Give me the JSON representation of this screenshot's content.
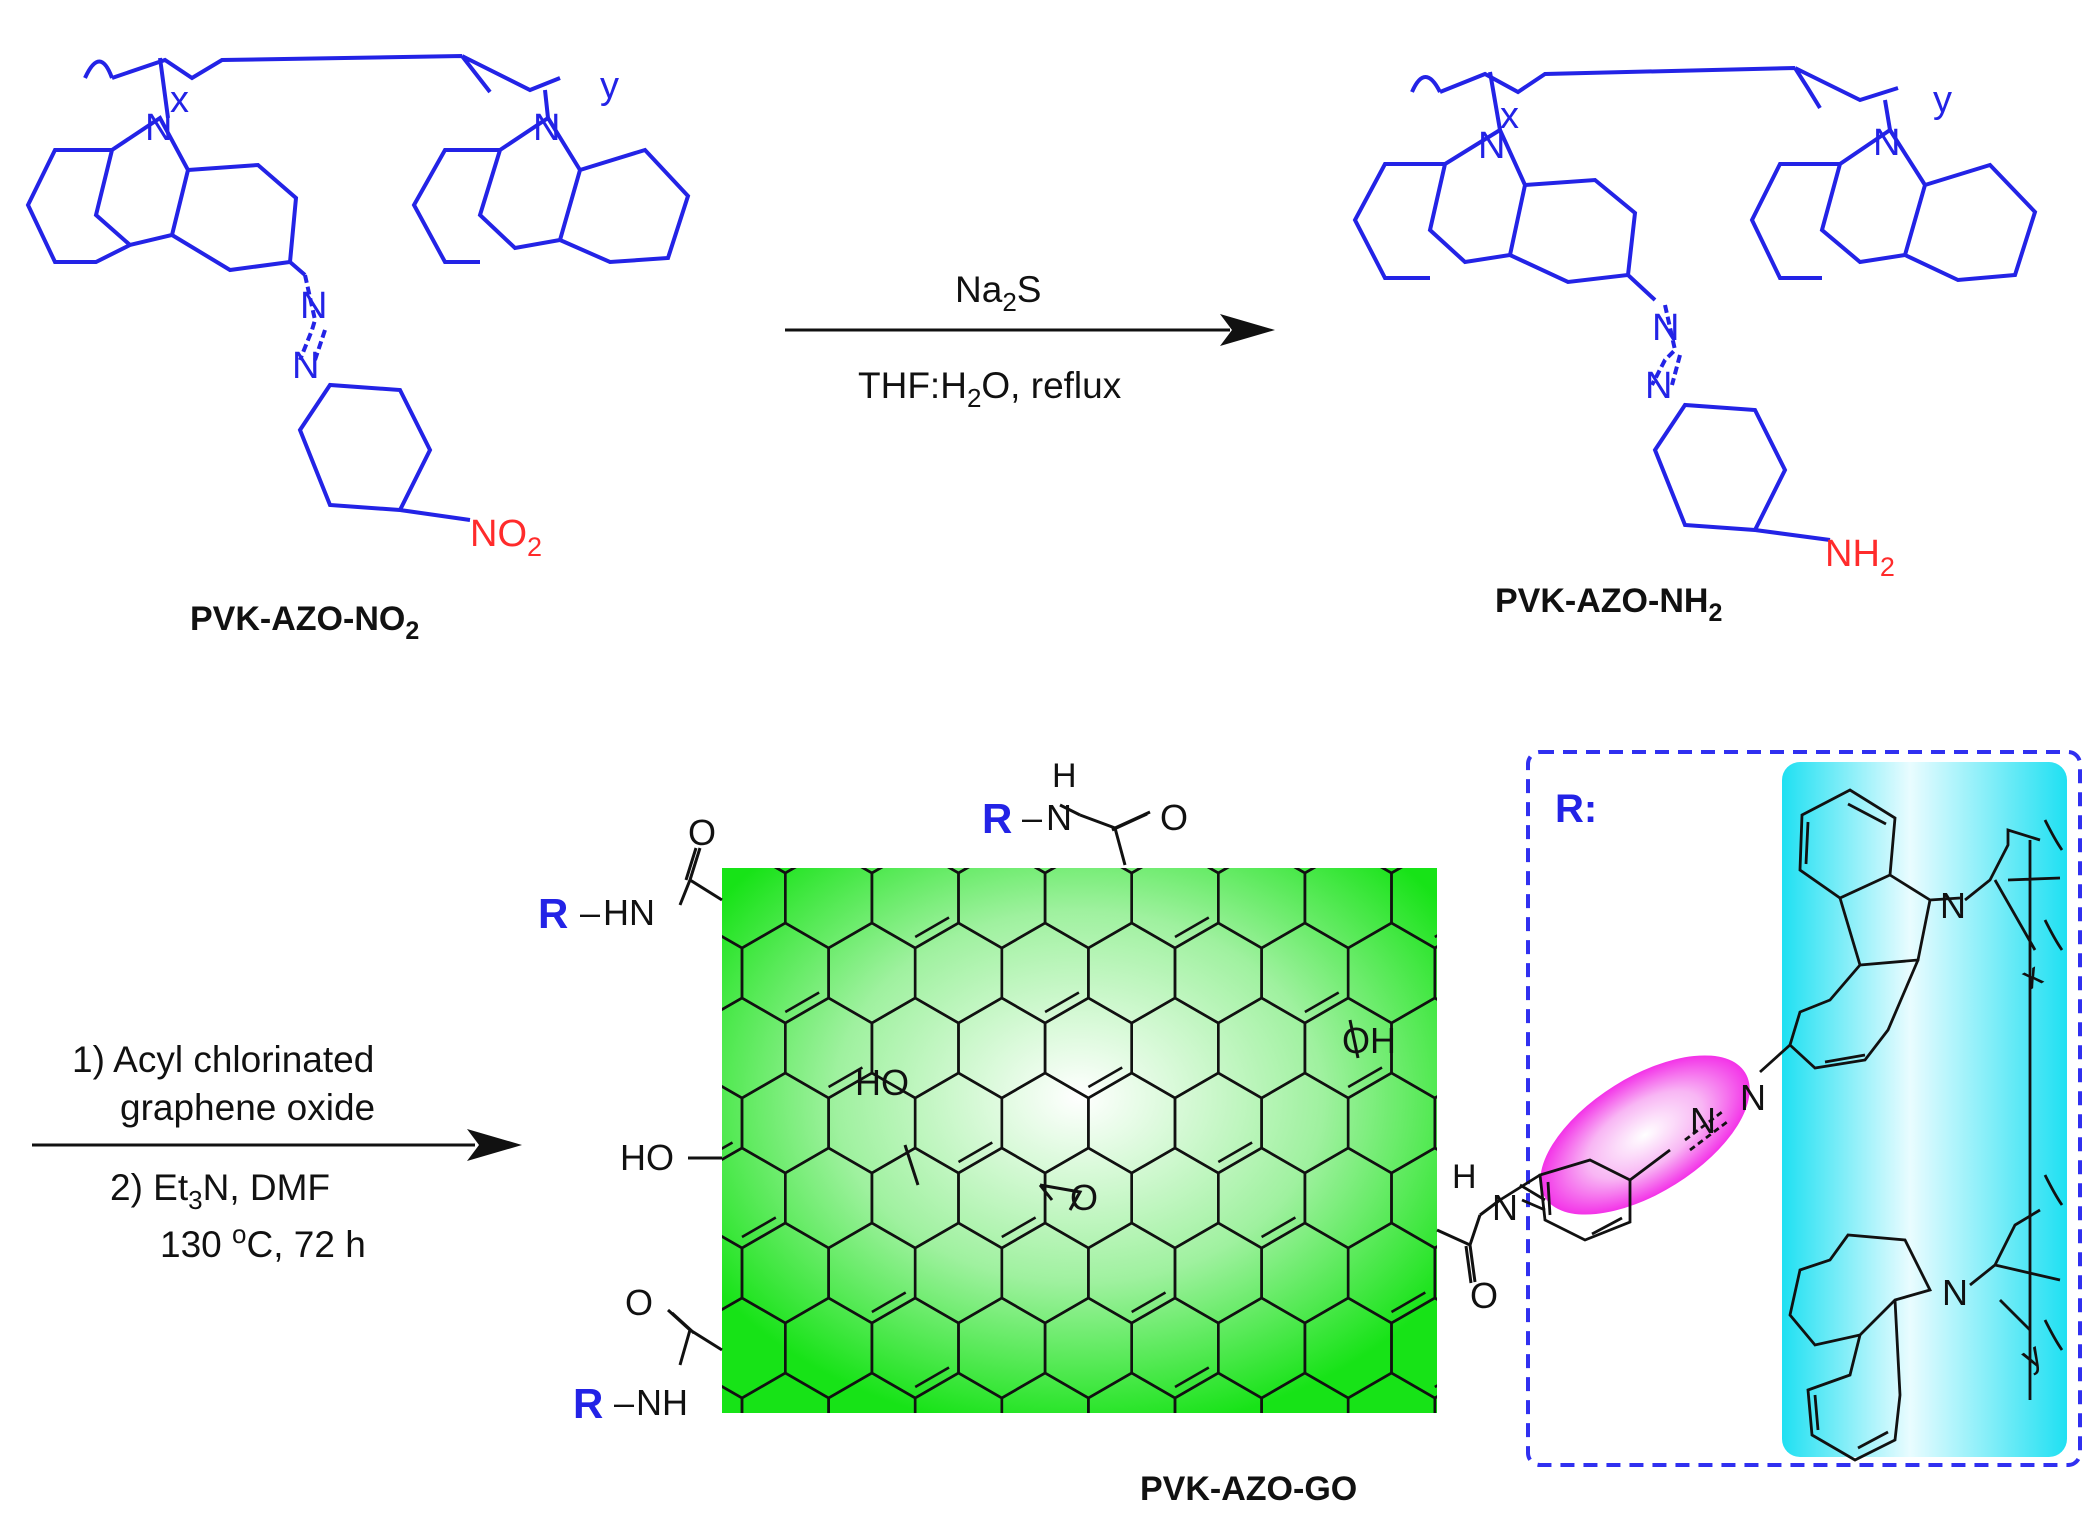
{
  "colors": {
    "polymer": "#2323e6",
    "nitro_amine": "#ff2b2b",
    "graphene_fill": "#17e317",
    "highlight_cyan": "#1fe0f2",
    "highlight_magenta": "#f215e5",
    "dashed_box": "#3030f0",
    "ink": "#111111"
  },
  "compounds": {
    "nitro": {
      "name": "PVK-AZO-NO",
      "name_sub": "2",
      "group": "NO",
      "group_sub": "2"
    },
    "amine": {
      "name": "PVK-AZO-NH",
      "name_sub": "2",
      "group": "NH",
      "group_sub": "2"
    },
    "graphene": {
      "name": "PVK-AZO-GO"
    }
  },
  "atoms": {
    "N": "N",
    "O": "O",
    "H": "H",
    "HO": "HO",
    "OH": "OH",
    "HN": "HN",
    "NH": "NH",
    "x": "x",
    "y": "y"
  },
  "step1": {
    "reagent_pre": "Na",
    "reagent_sub": "2",
    "reagent_post": "S",
    "cond_pre": "THF:H",
    "cond_sub": "2",
    "cond_post": "O, reflux"
  },
  "step2": {
    "line1": "1) Acyl chlorinated",
    "line2": "graphene oxide",
    "line3_pre": "2) Et",
    "line3_sub": "3",
    "line3_post": "N, DMF",
    "line4_pre": "130 ",
    "line4_sup": "o",
    "line4_post": "C, 72 h"
  },
  "r_group": {
    "label": "R:",
    "substituent": "R"
  }
}
